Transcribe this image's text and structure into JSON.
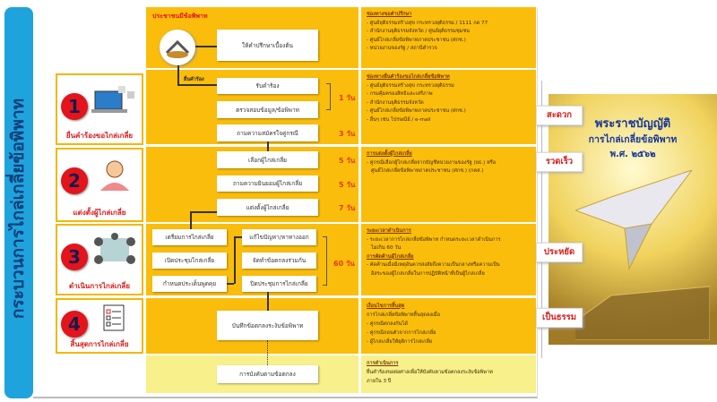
{
  "title": "กระบวนการไกล่เกลี่ยข้อพิพาท",
  "steps": [
    {
      "num": "1",
      "label": "ยื่นคำร้องขอไกล่เกลี่ย"
    },
    {
      "num": "2",
      "label": "แต่งตั้งผู้ไกล่เกลี่ย"
    },
    {
      "num": "3",
      "label": "ดำเนินการไกล่เกลี่ย"
    },
    {
      "num": "4",
      "label": "สิ้นสุดการไกล่เกลี่ย"
    }
  ],
  "flow": {
    "header": "ประชาชนมีข้อพิพาท",
    "consult": "ให้คำปรึกษาเบื้องต้น",
    "submit_label": "ยื่นคำร้อง",
    "receive": "รับคำร้อง",
    "verify": "ตรวจสอบข้อมูล/ข้อพิพาท",
    "ask_consent": "ถามความสมัครใจคู่กรณี",
    "select": "เลือกผู้ไกล่เกลี่ย",
    "ask_mediator": "ถามความยินยอมผู้ไกล่เกลี่ย",
    "appoint": "แต่งตั้งผู้ไกล่เกลี่ย",
    "prepare": "เตรียมการไกล่เกลี่ย",
    "open_meeting": "เปิดประชุมไกล่เกลี่ย",
    "set_issues": "กำหนดประเด็นพูดคุย",
    "solve": "แก้ไขปัญหา/หาทางออก",
    "draft": "จัดทำข้อตกลงร่วมกัน",
    "close_meeting": "ปิดประชุมการไกล่เกลี่ย",
    "record": "บันทึกข้อตกลงระงับข้อพิพาท",
    "enforce": "การบังคับตามข้อตกลง",
    "days": {
      "d1": "1 วัน",
      "d3": "3 วัน",
      "d5a": "5 วัน",
      "d5b": "5 วัน",
      "d7": "7 วัน",
      "d60": "60 วัน"
    }
  },
  "info": [
    {
      "title": "ช่องทางขอคำปรึกษา",
      "lines": [
        "- ศูนย์ยุติธรรมสร้างสุข กระทรวงยุติธรรม / 1111 กด 77",
        "- สำนักงานยุติธรรมจังหวัด / ศูนย์ยุติธรรมชุมชน",
        "- ศูนย์ไกล่เกลี่ยข้อพิพาทภาคประชาชน (ศกช.)",
        "- หน่วยงานของรัฐ / สถานีตำรวจ"
      ]
    },
    {
      "title": "ช่องทางยื่นคำร้องขอไกล่เกลี่ยข้อพิพาท",
      "lines": [
        "- ศูนย์ยุติธรรมสร้างสุข กระทรวงยุติธรรม",
        "- กรมคุ้มครองสิทธิและเสรีภาพ",
        "- สำนักงานยุติธรรมจังหวัด",
        "- ศูนย์ไกล่เกลี่ยข้อพิพาทภาคประชาชน (ศกช.)",
        "- อื่นๆ เช่น ไปรษณีย์ / e-mail"
      ]
    },
    {
      "title": "การแต่งตั้งผู้ไกล่เกลี่ย",
      "lines": [
        "- คู่กรณีเลือกผู้ไกล่เกลี่ยจากบัญชีหน่วยงานของรัฐ (ยธ.) หรือ",
        "ศูนย์ไกล่เกลี่ยข้อพิพาทภาคประชาชน (ศกช.) (กคส.)"
      ]
    },
    {
      "title": "ระยะเวลาดำเนินการ",
      "lines": [
        "- ระยะเวลาการไกล่เกลี่ยข้อพิพาท กำหนดระยะเวลาดำเนินการ",
        "ไม่เกิน 60 วัน"
      ],
      "title2": "การคัดค้านผู้ไกล่เกลี่ย",
      "lines2": [
        "- คัดค้านเมื่อมีเหตุอันควรสงสัยถึงความเป็นกลางหรือความเป็น",
        "อิสระของผู้ไกล่เกลี่ยในการปฏิบัติหน้าที่เป็นผู้ไกล่เกลี่ย"
      ]
    },
    {
      "title": "เงื่อนไขการสิ้นสุด",
      "lines": [
        "การไกล่เกลี่ยข้อพิพาทสิ้นสุดลงเมื่อ",
        "- คู่กรณีตกลงกันได้",
        "- คู่กรณีถอนตัวจากการไกล่เกลี่ย",
        "- ผู้ไกล่เกลี่ยให้ยุติการไกล่เกลี่ย"
      ]
    },
    {
      "title": "การดำเนินการ",
      "lines": [
        "ยื่นคำร้องขอต่อศาลเพื่อให้บังคับตามข้อตกลงระงับข้อพิพาท",
        "ภายใน 3 ปี"
      ]
    }
  ],
  "badges": [
    "สะดวก",
    "รวดเร็ว",
    "ประหยัด",
    "เป็นธรรม"
  ],
  "book": {
    "line1": "พระราชบัญญัติ",
    "line2": "การไกล่เกลี่ยข้อพิพาท",
    "line3": "พ.ศ. ๒๕๖๒"
  }
}
